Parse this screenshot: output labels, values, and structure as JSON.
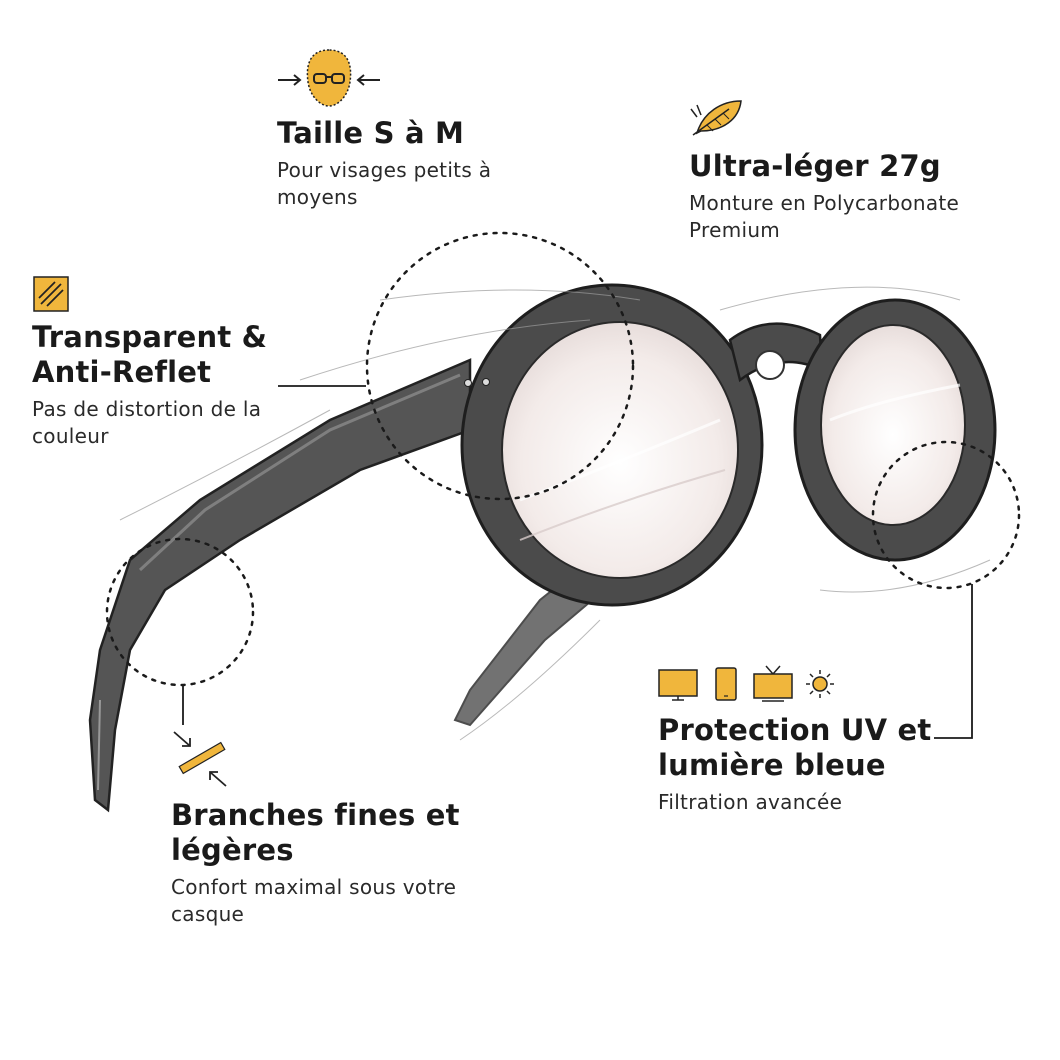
{
  "colors": {
    "accent": "#F0B63C",
    "ink": "#1a1a1a",
    "frame": "#4a4a4a",
    "lens": "#efe4e2"
  },
  "features": {
    "size": {
      "icon": "head-with-glasses-icon",
      "title": "Taille S à M",
      "desc": "Pour visages petits à moyens"
    },
    "weight": {
      "icon": "feather-icon",
      "title": "Ultra-léger 27g",
      "desc": "Monture en Polycarbonate Premium"
    },
    "clarity": {
      "icon": "striped-square-icon",
      "title": "Transparent & Anti-Reflet",
      "desc": "Pas de distortion de la couleur"
    },
    "arms": {
      "icon": "thin-arm-icon",
      "title": "Branches fines et légères",
      "desc": "Confort maximal sous votre casque"
    },
    "protection": {
      "icons": [
        "monitor-icon",
        "tablet-icon",
        "tv-icon",
        "sun-icon"
      ],
      "title": "Protection UV et lumière bleue",
      "desc": "Filtration avancée"
    }
  }
}
